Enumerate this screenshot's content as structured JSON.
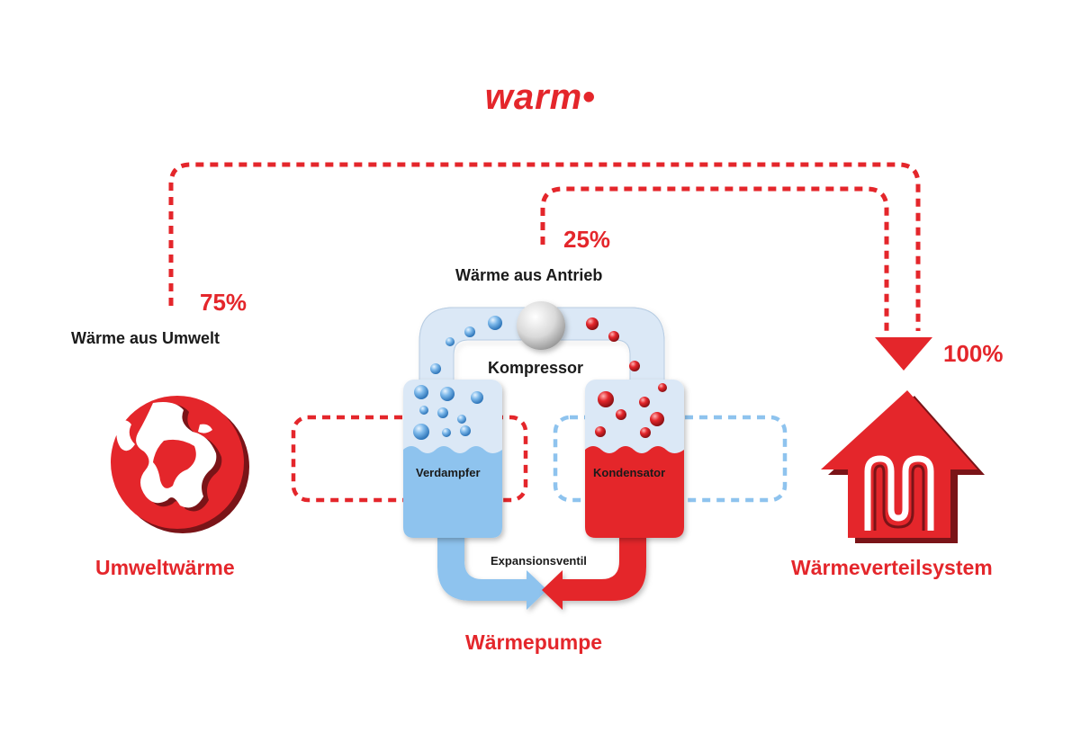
{
  "brand": {
    "logo_text": "warm",
    "logo_dot": "•"
  },
  "percentages": {
    "environment": "75%",
    "drive": "25%",
    "total": "100%"
  },
  "captions": {
    "environment_heat": "Wärme aus Umwelt",
    "drive_heat": "Wärme aus Antrieb"
  },
  "nodes": {
    "environment": "Umweltwärme",
    "heat_pump": "Wärmepumpe",
    "distribution": "Wärmeverteilsystem"
  },
  "components": {
    "compressor": "Kompressor",
    "evaporator": "Verdampfer",
    "condenser": "Kondensator",
    "expansion_valve": "Expansionsventil"
  },
  "colors": {
    "red": "#e4262b",
    "dark_red": "#7a1418",
    "light_blue": "#d6e6f6",
    "blue": "#8ec3ee",
    "text": "#1a1a1a"
  }
}
